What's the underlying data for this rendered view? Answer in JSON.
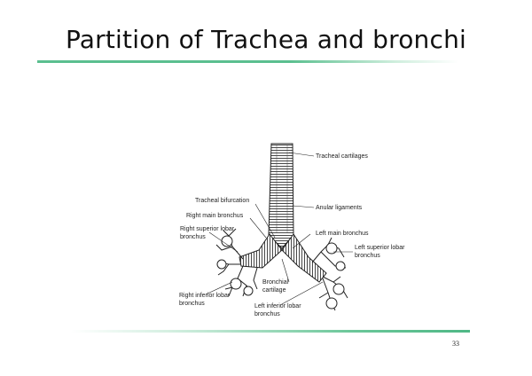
{
  "slide": {
    "title": "Partition of Trachea and bronchi",
    "page_number": "33"
  },
  "diagram": {
    "labels": {
      "tracheal_cartilages": "Tracheal cartilages",
      "anular_ligaments": "Anular ligaments",
      "tracheal_bifurcation": "Tracheal bifurcation",
      "right_main_bronchus": "Right main bronchus",
      "right_superior_lobar_l1": "Right superior lobar",
      "right_superior_lobar_l2": "bronchus",
      "left_main_bronchus": "Left main bronchus",
      "left_superior_lobar_l1": "Left superior lobar",
      "left_superior_lobar_l2": "bronchus",
      "bronchial_cartilage_l1": "Bronchial",
      "bronchial_cartilage_l2": "cartilage",
      "right_inferior_lobar_l1": "Right inferior lobar",
      "right_inferior_lobar_l2": "bronchus",
      "left_inferior_lobar_l1": "Left inferior lobar",
      "left_inferior_lobar_l2": "bronchus"
    }
  },
  "colors": {
    "accent_green": "#5bbf8f",
    "ink": "#222222"
  }
}
